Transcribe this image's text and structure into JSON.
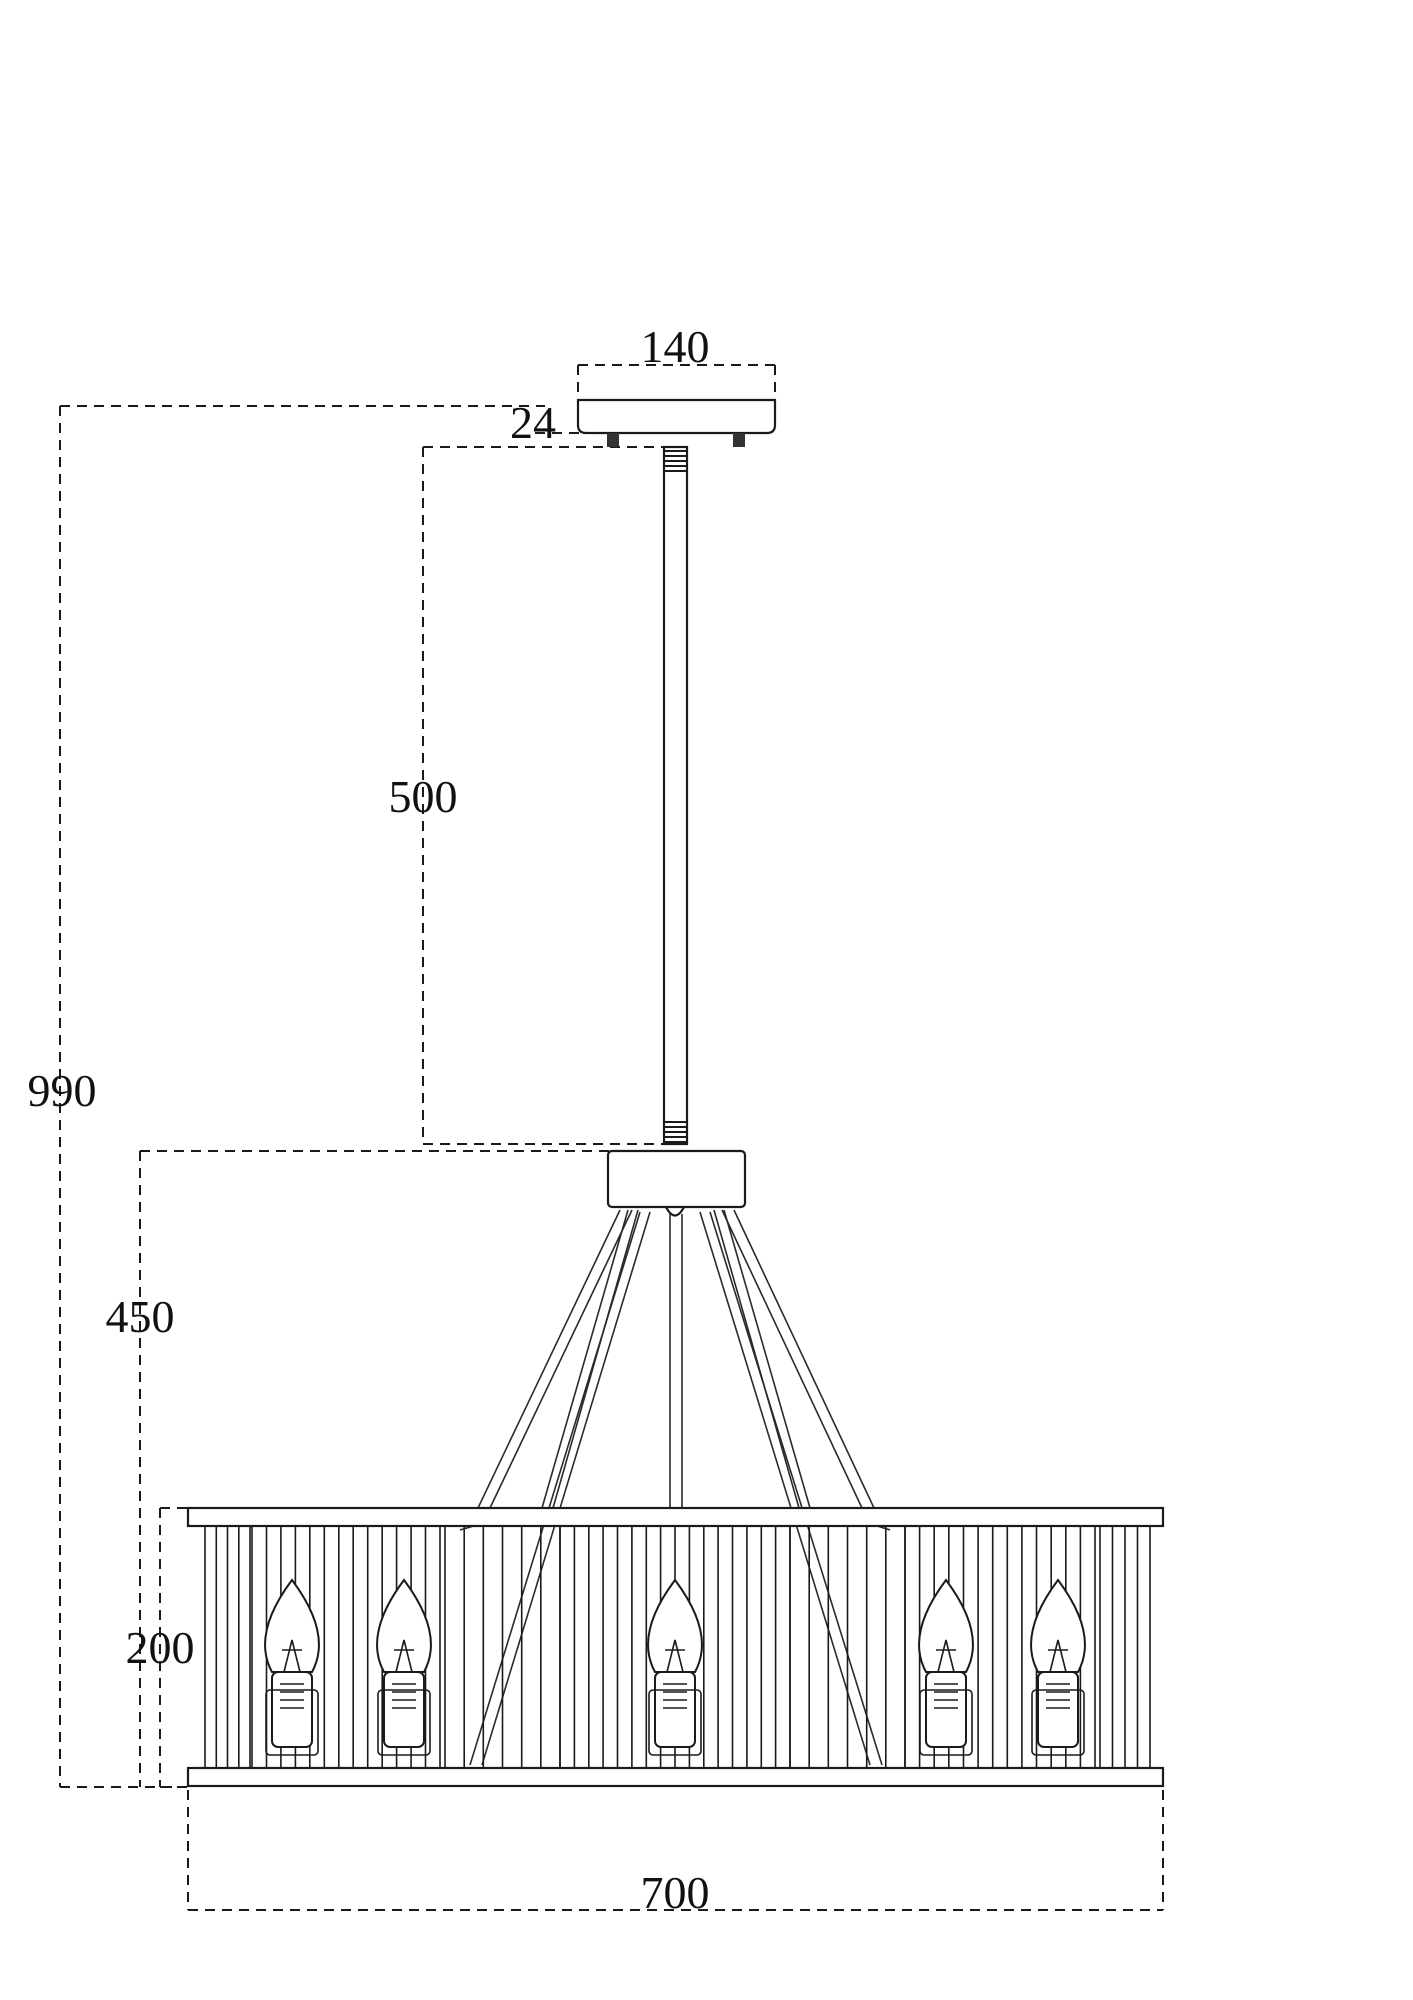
{
  "dimensions": {
    "canopy_width": "140",
    "canopy_height": "24",
    "rod_length": "500",
    "overall_height": "990",
    "body_height": "450",
    "shade_height": "200",
    "shade_width": "700"
  },
  "colors": {
    "line": "#1a1a1a",
    "background": "#ffffff"
  }
}
